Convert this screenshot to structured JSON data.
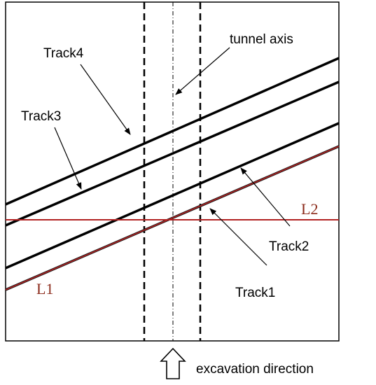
{
  "labels": {
    "track4": "Track4",
    "track3": "Track3",
    "track2": "Track2",
    "track1": "Track1",
    "tunnel_axis": "tunnel axis",
    "l1": "L1",
    "l2": "L2",
    "excavation_direction": "excavation direction"
  },
  "colors": {
    "track": "#000000",
    "red_line": "#b22222",
    "red_label": "#8b2a1a"
  },
  "icons": {
    "direction_arrow": "hollow-up-arrow"
  }
}
